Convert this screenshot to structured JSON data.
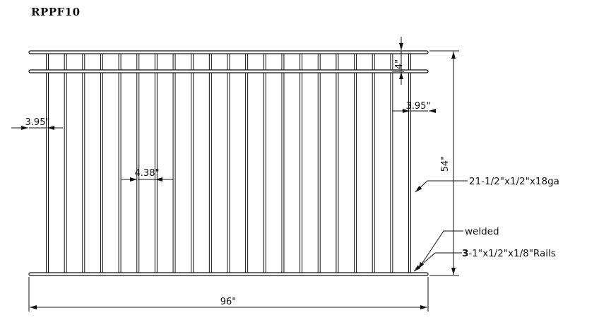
{
  "title": "RPPF10",
  "dimensions": {
    "top_gap": "4\"",
    "left_space": "3.95\"",
    "right_space": "3.95\"",
    "picket_spacing": "4.38\"",
    "height": "54\"",
    "width": "96\""
  },
  "callouts": {
    "pickets": "21-1/2\"x1/2\"x18ga",
    "weld": "welded",
    "rails_count": "3",
    "rails_spec": "-1\"x1/2\"x1/8\"Rails"
  },
  "colors": {
    "line": "#111111",
    "background": "#ffffff"
  }
}
